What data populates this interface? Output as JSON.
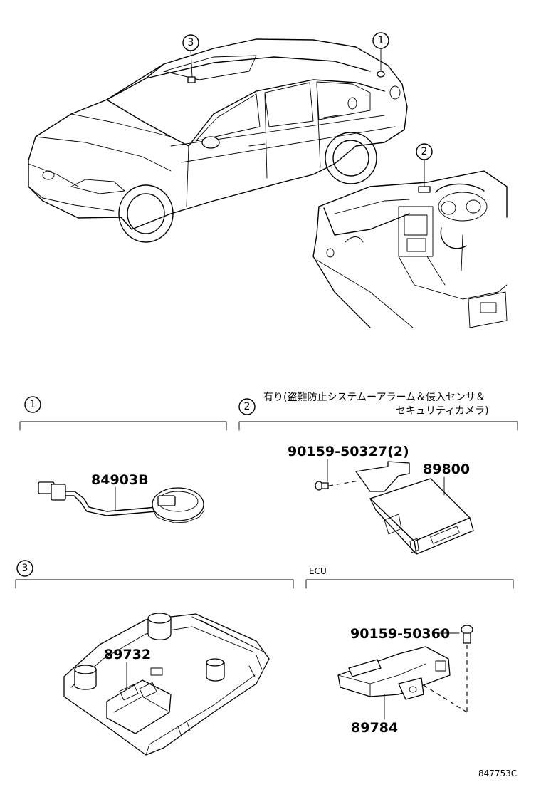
{
  "callouts": {
    "c1": "1",
    "c2": "2",
    "c3": "3"
  },
  "sections": {
    "s1": {
      "number": "1"
    },
    "s2": {
      "number": "2",
      "note_line1": "有り(盗難防止システムーアラーム＆侵入センサ＆",
      "note_line2": "セキュリティカメラ)"
    },
    "s3": {
      "number": "3"
    },
    "ecu": {
      "label": "ECU"
    }
  },
  "parts": {
    "p84903B": "84903B",
    "p90159_50327": "90159-50327(2)",
    "p89800": "89800",
    "p89732": "89732",
    "p90159_50360": "90159-50360",
    "p89784": "89784"
  },
  "figure_code": "847753C"
}
